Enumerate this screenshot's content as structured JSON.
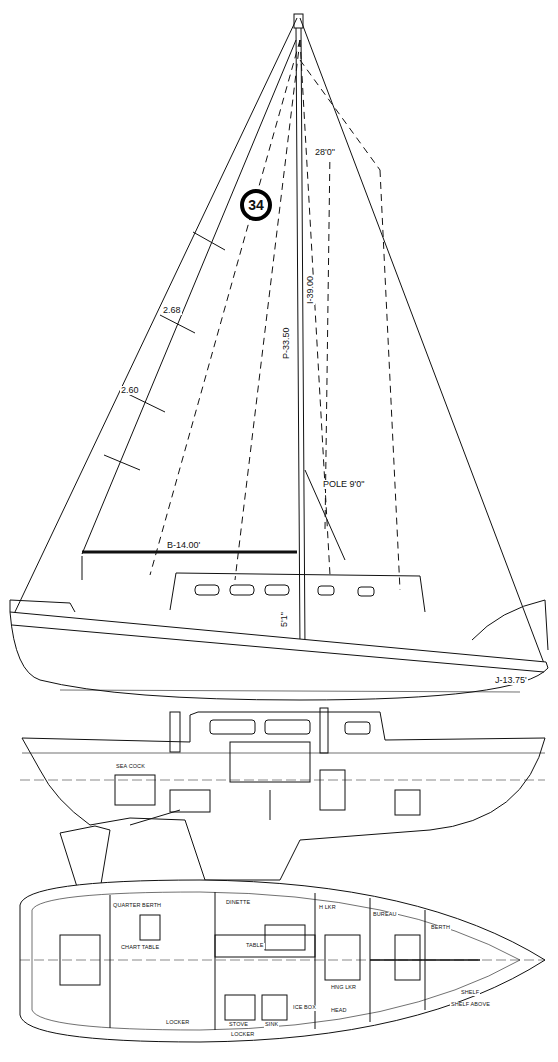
{
  "diagram": {
    "nodes": [
      {
        "text": [
          "34"
        ]
      }
    ],
    "labels": [
      "28'0\"",
      "P-33.50",
      "I-39.00",
      "2.68",
      "2.60",
      "POLE 9'0\"",
      "B-14.00'",
      "5'1\"",
      "J-13.75'",
      "SEA COCK",
      "QUARTER BERTH",
      "CHART TABLE",
      "DINETTE",
      "H LKR",
      "BUREAU",
      "BERTH",
      "HNG LKR",
      "SHELF",
      "TABLE",
      "STOVE",
      "SINK",
      "ICE BOX",
      "HEAD",
      "LOCKER",
      "LOCKER",
      "SHELF ABOVE"
    ]
  }
}
